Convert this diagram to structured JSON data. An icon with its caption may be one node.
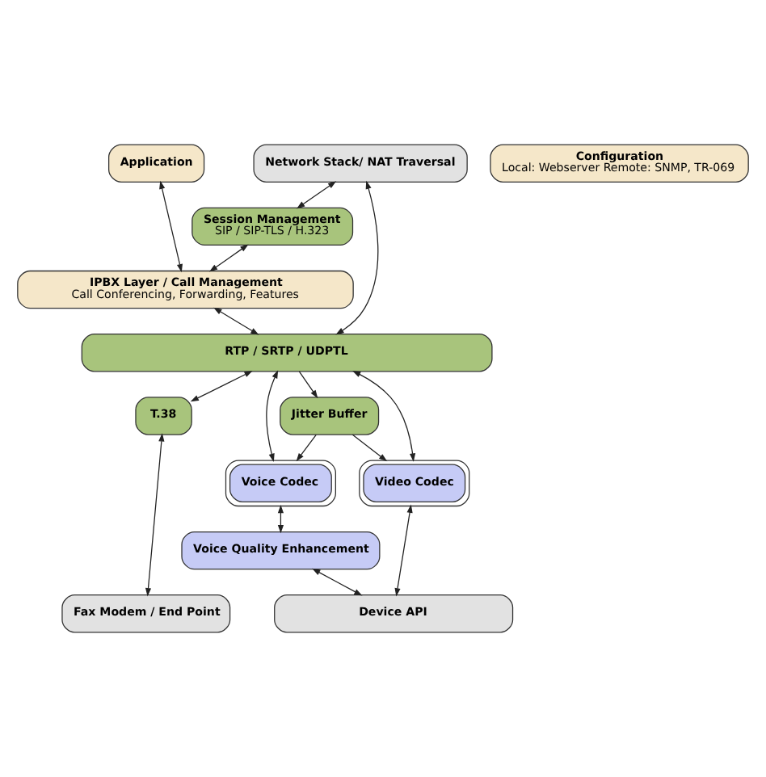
{
  "diagram": {
    "nodes": [
      {
        "text": [
          "Application"
        ]
      },
      {
        "text": [
          "Configuration",
          "Local: Webserver Remote: SNMP, TR-069"
        ]
      },
      {
        "text": [
          "Network Stack/ NAT Traversal"
        ]
      },
      {
        "text": [
          "Session Management",
          "SIP / SIP-TLS / H.323"
        ]
      },
      {
        "text": [
          "IPBX Layer / Call Management",
          "Call Conferencing, Forwarding, Features"
        ]
      },
      {
        "text": [
          "RTP / SRTP / UDPTL"
        ]
      },
      {
        "text": [
          "T.38"
        ]
      },
      {
        "text": [
          "Jitter Buffer"
        ]
      },
      {
        "text": [
          "Voice Codec"
        ]
      },
      {
        "text": [
          "Video Codec"
        ]
      },
      {
        "text": [
          "Voice Quality Enhancement"
        ]
      },
      {
        "text": [
          "Fax Modem / End Point"
        ]
      },
      {
        "text": [
          "Device API"
        ]
      }
    ],
    "edges": [
      {
        "from": 0,
        "to": 4,
        "arrow": "both"
      },
      {
        "from": 2,
        "to": 3,
        "arrow": "both"
      },
      {
        "from": 3,
        "to": 4,
        "arrow": "both"
      },
      {
        "from": 4,
        "to": 5,
        "arrow": "both"
      },
      {
        "from": 2,
        "to": 5,
        "arrow": "both"
      },
      {
        "from": 5,
        "to": 6,
        "arrow": "both"
      },
      {
        "from": 5,
        "to": 8,
        "arrow": "both"
      },
      {
        "from": 5,
        "to": 7,
        "arrow": "to"
      },
      {
        "from": 5,
        "to": 9,
        "arrow": "both"
      },
      {
        "from": 7,
        "to": 8,
        "arrow": "to"
      },
      {
        "from": 7,
        "to": 9,
        "arrow": "to"
      },
      {
        "from": 6,
        "to": 11,
        "arrow": "both"
      },
      {
        "from": 8,
        "to": 10,
        "arrow": "both"
      },
      {
        "from": 10,
        "to": 12,
        "arrow": "both"
      },
      {
        "from": 9,
        "to": 12,
        "arrow": "both"
      }
    ]
  }
}
